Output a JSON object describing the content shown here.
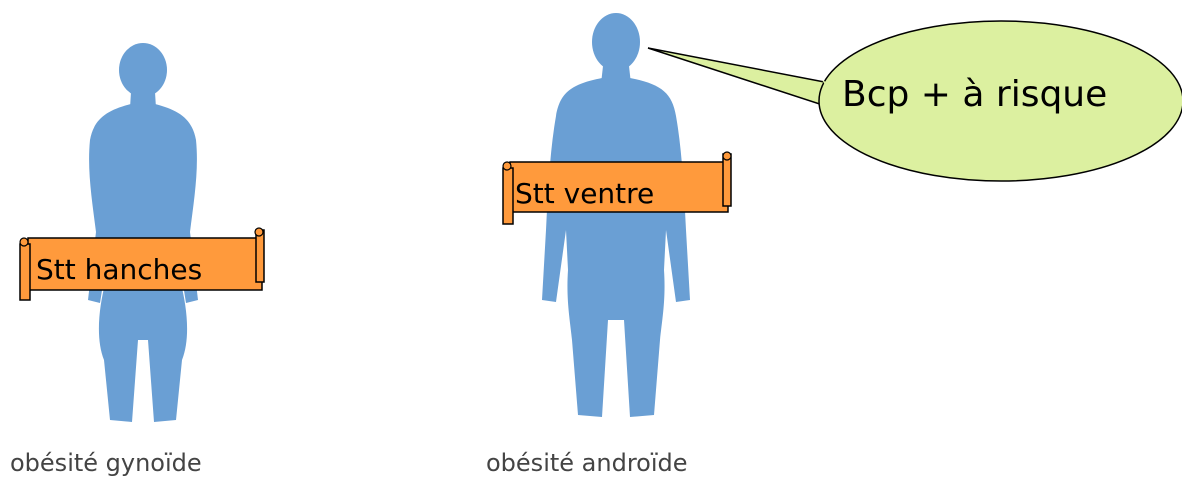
{
  "figures": {
    "female": {
      "caption": "obésité gynoïde",
      "banner": "Stt hanches"
    },
    "male": {
      "caption": "obésité androïde",
      "banner": "Stt ventre"
    }
  },
  "callout": {
    "text": "Bcp + à risque"
  },
  "colors": {
    "silhouette": "#6a9fd4",
    "banner_fill": "#ff9a3c",
    "callout_fill": "#dcf0a0",
    "caption_text": "#444444"
  }
}
